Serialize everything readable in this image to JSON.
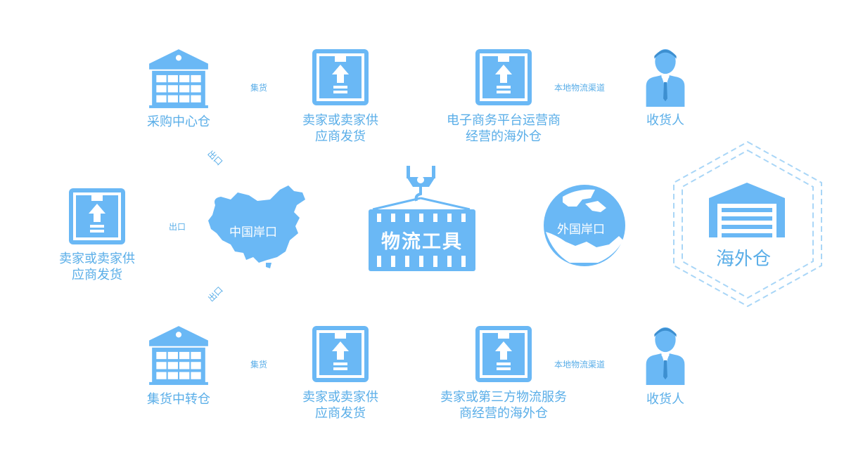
{
  "colors": {
    "primary": "#6ab8f5",
    "text": "#5aaee8",
    "white": "#ffffff"
  },
  "top_row": {
    "warehouse_label": "采购中心仓",
    "edge1_label": "集货",
    "box1_label_line1": "卖家或卖家供",
    "box1_label_line2": "应商发货",
    "box2_label_line1": "电子商务平台运营商",
    "box2_label_line2": "经营的海外仓",
    "edge2_label": "本地物流渠道",
    "person_label": "收货人"
  },
  "middle_row": {
    "box_label_line1": "卖家或卖家供",
    "box_label_line2": "应商发货",
    "edge_label": "出口",
    "diag_top_label": "出口",
    "diag_bottom_label": "出口",
    "china_port_label": "中国岸口",
    "tool_label": "物流工具",
    "foreign_port_label": "外国岸口",
    "overseas_warehouse_label": "海外仓"
  },
  "bottom_row": {
    "warehouse_label": "集货中转仓",
    "edge1_label": "集货",
    "box1_label_line1": "卖家或卖家供",
    "box1_label_line2": "应商发货",
    "box2_label_line1": "卖家或第三方物流服务",
    "box2_label_line2": "商经营的海外仓",
    "edge2_label": "本地物流渠道",
    "person_label": "收货人"
  },
  "icons": [
    "warehouse-icon",
    "package-upload-icon",
    "person-icon",
    "china-map-icon",
    "crane-container-icon",
    "globe-icon",
    "garage-icon"
  ]
}
